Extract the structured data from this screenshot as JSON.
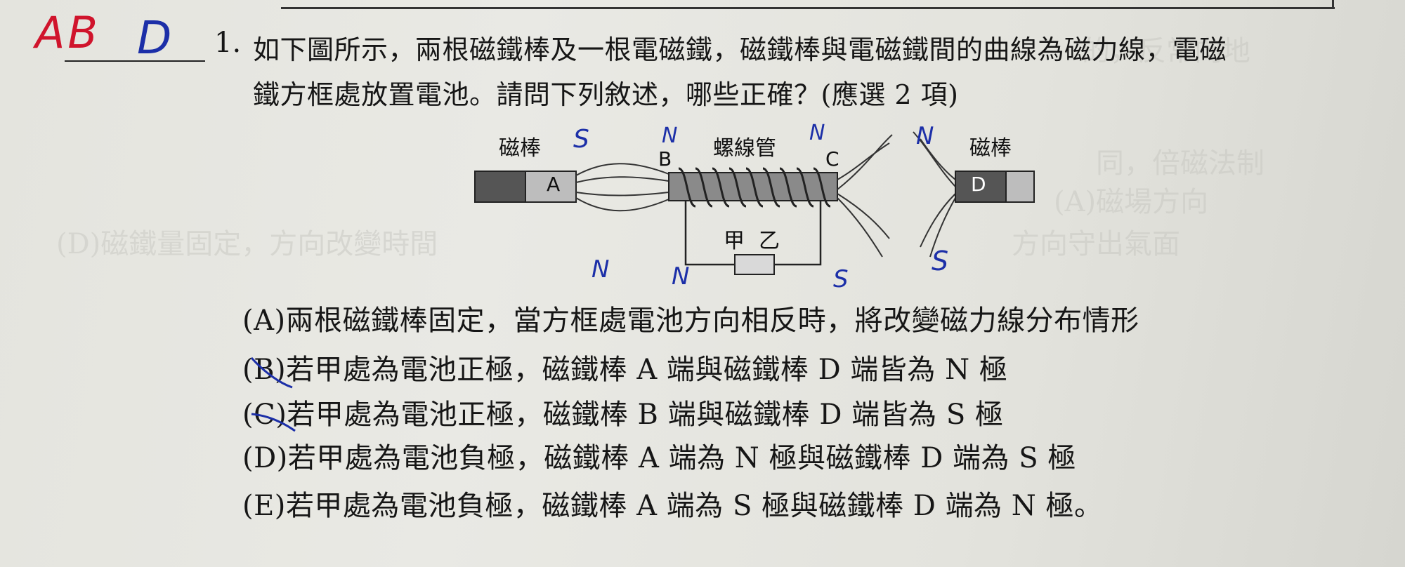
{
  "ghost_text": [
    "的，反常向地",
    "同，倍磁法制",
    "(A)磁場方向",
    "(D)磁鐵量固定，方向改變時間",
    "方向守出氣面"
  ],
  "handwriting": {
    "answer": "AB",
    "mark": "D",
    "label_s_left": "S",
    "label_b_pole": "N",
    "label_c_pole": "N",
    "label_n_right": "N",
    "label_n_under_a": "N",
    "label_n_under_b": "N",
    "label_s_under_c": "S",
    "label_s_under_d": "S"
  },
  "question": {
    "number": "1.",
    "line1": "如下圖所示，兩根磁鐵棒及一根電磁鐵，磁鐵棒與電磁鐵間的曲線為磁力線，電磁",
    "line2": "鐵方框處放置電池。請問下列敘述，哪些正確？(應選 2 項)"
  },
  "diagram": {
    "label_left_magnet": "磁棒",
    "label_right_magnet": "磁棒",
    "label_solenoid": "螺線管",
    "end_a": "A",
    "end_b": "B",
    "end_c": "C",
    "end_d": "D",
    "battery_left": "甲",
    "battery_right": "乙"
  },
  "options": [
    {
      "key": "(A)",
      "text": "兩根磁鐵棒固定，當方框處電池方向相反時，將改變磁力線分布情形"
    },
    {
      "key": "(B)",
      "text": "若甲處為電池正極，磁鐵棒 A 端與磁鐵棒 D 端皆為 N 極"
    },
    {
      "key": "(C)",
      "text": "若甲處為電池正極，磁鐵棒 B 端與磁鐵棒 D 端皆為 S 極"
    },
    {
      "key": "(D)",
      "text": "若甲處為電池負極，磁鐵棒 A 端為 N 極與磁鐵棒 D 端為 S 極"
    },
    {
      "key": "(E)",
      "text": "若甲處為電池負極，磁鐵棒 A 端為 S 極與磁鐵棒 D 端為 N 極。"
    }
  ],
  "colors": {
    "red_ink": "#d0142c",
    "blue_ink": "#1c2fa8",
    "print": "#161616"
  }
}
